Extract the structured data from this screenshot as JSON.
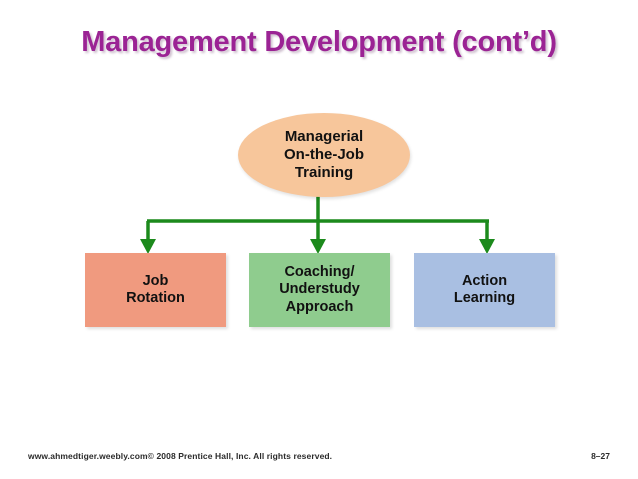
{
  "slide": {
    "title": "Management Development (cont’d)",
    "title_color": "#9B2394",
    "background_color": "#FFFFFF"
  },
  "diagram": {
    "connector_color": "#1C8A1C",
    "root": {
      "label": "Managerial\nOn-the-Job\nTraining",
      "shape": "ellipse",
      "fill_color": "#F7C69B",
      "text_color": "#111111"
    },
    "children": [
      {
        "id": "job-rotation",
        "label": "Job\nRotation",
        "shape": "rectangle",
        "fill_color": "#F09A7F",
        "text_color": "#111111"
      },
      {
        "id": "coaching-understudy",
        "label": "Coaching/\nUnderstudy\nApproach",
        "shape": "rectangle",
        "fill_color": "#8FCC8E",
        "text_color": "#111111"
      },
      {
        "id": "action-learning",
        "label": "Action\nLearning",
        "shape": "rectangle",
        "fill_color": "#A9BFE2",
        "text_color": "#111111"
      }
    ]
  },
  "footer": {
    "copyright": "www.ahmedtiger.weebly.com© 2008 Prentice Hall, Inc. All rights reserved.",
    "page_number": "8–27"
  }
}
